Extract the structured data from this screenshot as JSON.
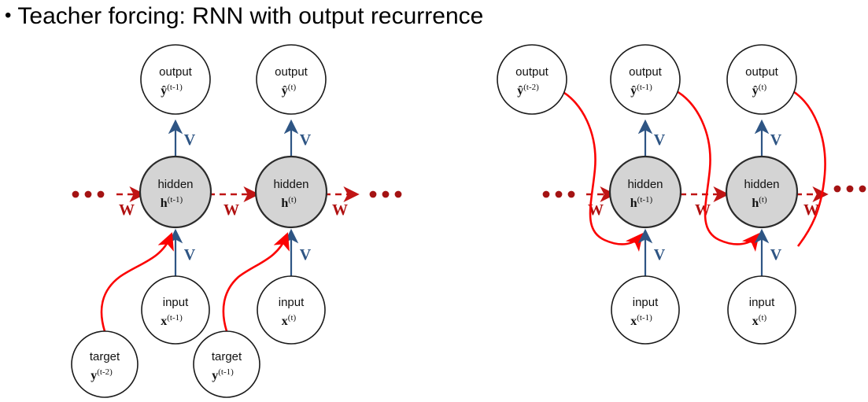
{
  "slide": {
    "bullet_glyph": "•",
    "title": "Teacher forcing: RNN with output recurrence"
  },
  "labels": {
    "output": "output",
    "hidden": "hidden",
    "input": "input",
    "target": "target",
    "weight_w": "W",
    "weight_v": "V",
    "ellipsis": "•••"
  },
  "colors": {
    "hidden_fill": "#d4d4d4",
    "node_stroke": "#1a1a1a",
    "recurrent_red": "#c01414",
    "feedback_red": "#fb0202",
    "weight_blue": "#2e5584"
  },
  "left_diagram": {
    "name": "train-time-teacher-forcing",
    "outputs": [
      {
        "label": "output",
        "var": "ŷ",
        "sup": "(t-1)"
      },
      {
        "label": "output",
        "var": "ŷ",
        "sup": "(t)"
      }
    ],
    "hidden": [
      {
        "label": "hidden",
        "var": "h",
        "sup": "(t-1)"
      },
      {
        "label": "hidden",
        "var": "h",
        "sup": "(t)"
      }
    ],
    "inputs": [
      {
        "label": "input",
        "var": "x",
        "sup": "(t-1)"
      },
      {
        "label": "input",
        "var": "x",
        "sup": "(t)"
      }
    ],
    "targets": [
      {
        "label": "target",
        "var": "y",
        "sup": "(t-2)"
      },
      {
        "label": "target",
        "var": "y",
        "sup": "(t-1)"
      }
    ],
    "w_labels": [
      "W",
      "W",
      "W"
    ],
    "v_labels": [
      "V",
      "V",
      "V",
      "V"
    ]
  },
  "right_diagram": {
    "name": "test-time-output-recurrence",
    "outputs": [
      {
        "label": "output",
        "var": "ŷ",
        "sup": "(t-2)"
      },
      {
        "label": "output",
        "var": "ŷ",
        "sup": "(t-1)"
      },
      {
        "label": "output",
        "var": "ŷ",
        "sup": "(t)"
      }
    ],
    "hidden": [
      {
        "label": "hidden",
        "var": "h",
        "sup": "(t-1)"
      },
      {
        "label": "hidden",
        "var": "h",
        "sup": "(t)"
      }
    ],
    "inputs": [
      {
        "label": "input",
        "var": "x",
        "sup": "(t-1)"
      },
      {
        "label": "input",
        "var": "x",
        "sup": "(t)"
      }
    ],
    "w_labels": [
      "W",
      "W",
      "W"
    ],
    "v_labels": [
      "V",
      "V",
      "V",
      "V"
    ]
  }
}
